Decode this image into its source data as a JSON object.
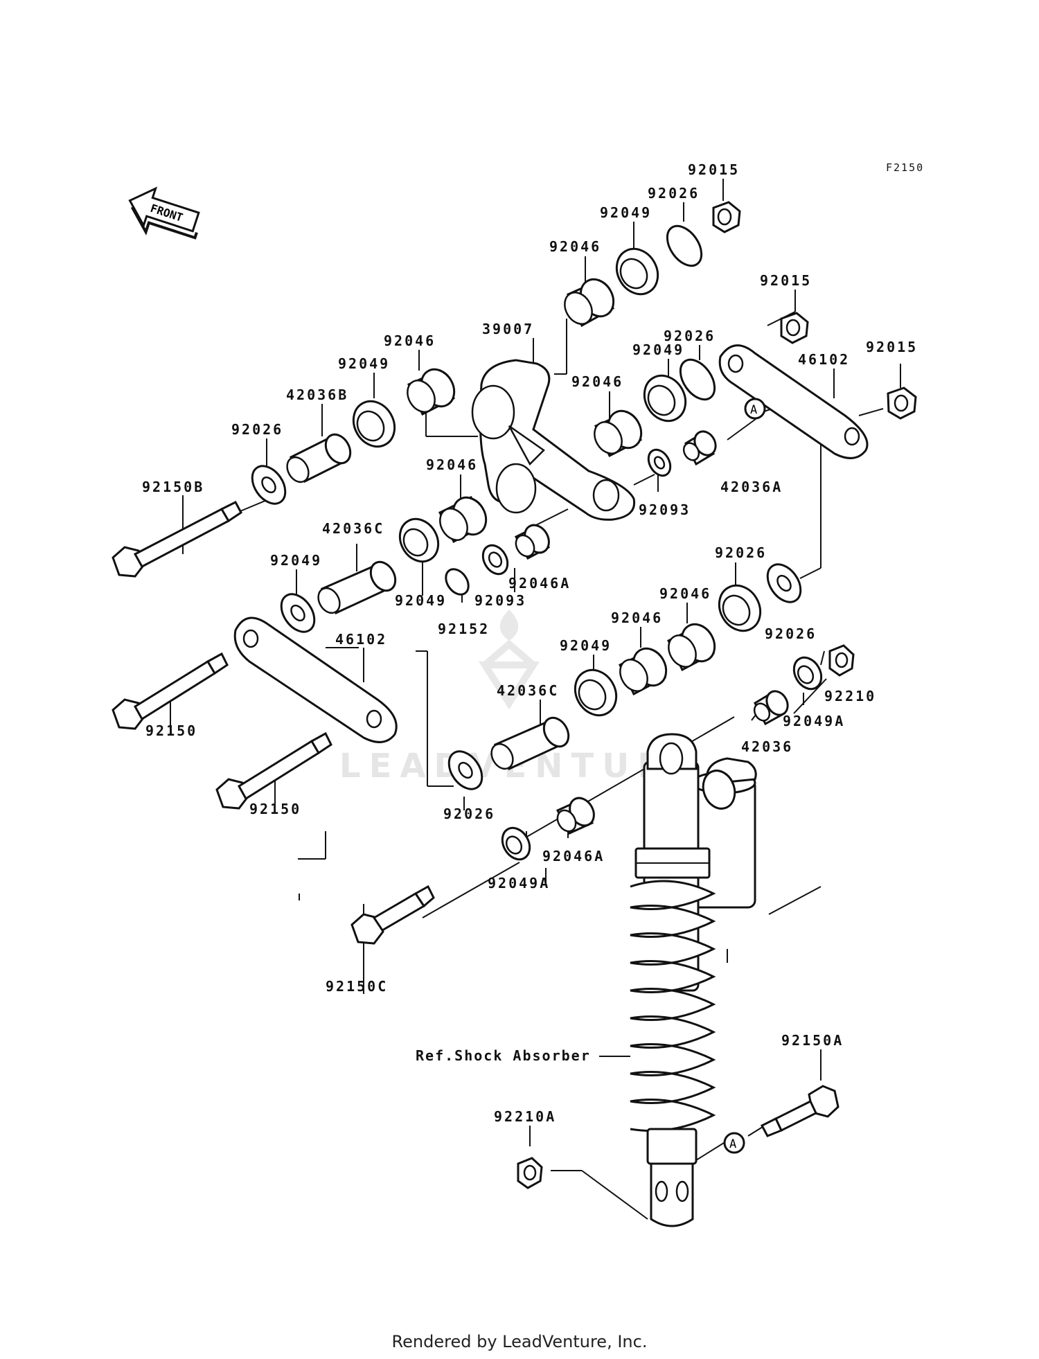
{
  "figure_code": "F2150",
  "front_arrow": {
    "label": "FRONT"
  },
  "callouts": [
    {
      "id": "c01",
      "label": "92015"
    },
    {
      "id": "c02",
      "label": "92026"
    },
    {
      "id": "c03",
      "label": "92049"
    },
    {
      "id": "c04",
      "label": "92046"
    },
    {
      "id": "c05",
      "label": "92015"
    },
    {
      "id": "c06",
      "label": "39007"
    },
    {
      "id": "c07",
      "label": "92026"
    },
    {
      "id": "c08",
      "label": "92015"
    },
    {
      "id": "c09",
      "label": "92046"
    },
    {
      "id": "c10",
      "label": "92049"
    },
    {
      "id": "c11",
      "label": "46102"
    },
    {
      "id": "c12",
      "label": "92049"
    },
    {
      "id": "c13",
      "label": "42036B"
    },
    {
      "id": "c14",
      "label": "92046"
    },
    {
      "id": "c15",
      "label": "92026"
    },
    {
      "id": "c16",
      "label": "42036A"
    },
    {
      "id": "c17",
      "label": "92150B"
    },
    {
      "id": "c18",
      "label": "92046"
    },
    {
      "id": "c19",
      "label": "92093"
    },
    {
      "id": "c20",
      "label": "42036C"
    },
    {
      "id": "c21",
      "label": "92026"
    },
    {
      "id": "c22",
      "label": "92049"
    },
    {
      "id": "c23",
      "label": "92046A"
    },
    {
      "id": "c24",
      "label": "92093"
    },
    {
      "id": "c25",
      "label": "92049"
    },
    {
      "id": "c26",
      "label": "92152"
    },
    {
      "id": "c27",
      "label": "92046"
    },
    {
      "id": "c28",
      "label": "92026"
    },
    {
      "id": "c29",
      "label": "92046"
    },
    {
      "id": "c30",
      "label": "46102"
    },
    {
      "id": "c31",
      "label": "92049"
    },
    {
      "id": "c32",
      "label": "42036C"
    },
    {
      "id": "c33",
      "label": "92210"
    },
    {
      "id": "c34",
      "label": "92049A"
    },
    {
      "id": "c35",
      "label": "92150"
    },
    {
      "id": "c36",
      "label": "42036"
    },
    {
      "id": "c37",
      "label": "92150"
    },
    {
      "id": "c38",
      "label": "92026"
    },
    {
      "id": "c39",
      "label": "92046A"
    },
    {
      "id": "c40",
      "label": "92049A"
    },
    {
      "id": "c41",
      "label": "92150C"
    },
    {
      "id": "c42",
      "label": "92150A"
    },
    {
      "id": "c43",
      "label": "92210A"
    }
  ],
  "ref_shock": "Ref.Shock Absorber",
  "marker_a": "A",
  "watermark": "LEADVENTURE",
  "footer": "Rendered by LeadVenture, Inc."
}
